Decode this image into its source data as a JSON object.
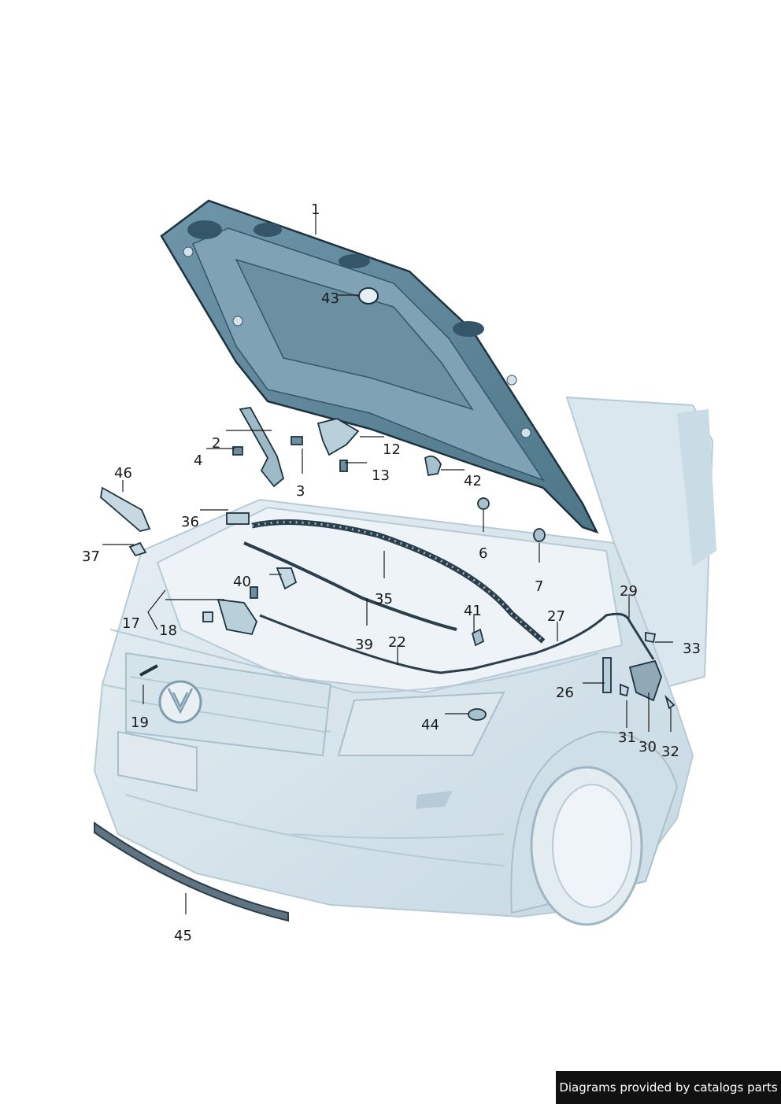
{
  "diagram": {
    "labels": [
      "1",
      "2",
      "3",
      "4",
      "6",
      "7",
      "12",
      "13",
      "17",
      "18",
      "19",
      "22",
      "26",
      "27",
      "29",
      "30",
      "31",
      "32",
      "33",
      "35",
      "36",
      "37",
      "39",
      "40",
      "41",
      "42",
      "43",
      "44",
      "45",
      "46"
    ]
  },
  "footer": {
    "text": "Diagrams provided by catalogs parts"
  }
}
